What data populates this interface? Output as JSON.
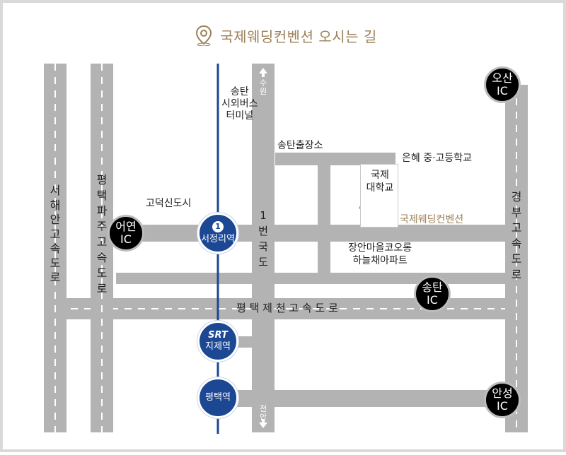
{
  "header": {
    "title": "국제웨딩컨벤션 오시는 길",
    "icon": "location-pin-icon"
  },
  "colors": {
    "road": "#b3b3b3",
    "road_dash": "#ffffff",
    "line": "#1c4793",
    "accent": "#9c8058",
    "ic_badge": "#000000"
  },
  "labels": {
    "terminal": "송탄\n시외버스\n터미널",
    "suwon": "수원",
    "cheonan": "천안",
    "office": "송탄출장소",
    "school": "은혜 중·고등학교",
    "newtown": "고덕신도시",
    "apartment": "장안마을코오롱\n하늘채아파트",
    "university": "국제\n대학교",
    "convention": "국제웨딩컨벤션",
    "national_road": "1\n번\n국\n도",
    "west_highway": "서\n해\n안\n고\n속\n도\n로",
    "paju_highway": "평\n택\n파\n주\n고\n속\n도\n로",
    "gyeongbu_highway": "경\n부\n고\n속\n도\n로",
    "pyeongtaek_highway": "평 택 제 천 고 속 도 로"
  },
  "ic": {
    "osan": "오산\nIC",
    "eoyeon": "어연\nIC",
    "songtan": "송탄\nIC",
    "anseong": "안성\nIC"
  },
  "stations": {
    "seojeongri": {
      "number": "1",
      "name": "서정리역"
    },
    "jije": {
      "brand": "SRT",
      "name": "지제역"
    },
    "pyeongtaek": {
      "name": "평택역"
    }
  }
}
